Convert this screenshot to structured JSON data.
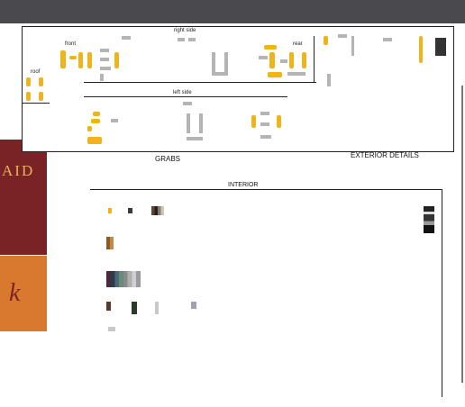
{
  "captions": {
    "grabs": "GRABS",
    "exterior_details": "EXTERIOR DETAILS",
    "interior": "INTERIOR"
  },
  "labels": {
    "right_side": "right side",
    "front": "front",
    "rear": "rear",
    "roof": "roof",
    "left_side": "left side",
    "tr1": "",
    "tr2": "",
    "tr3": "",
    "ext_small": "",
    "int1": "",
    "int2": "",
    "int3": "",
    "int4": "",
    "int5": "",
    "int6": "",
    "int7": "",
    "int8": "",
    "int9": "",
    "int10": ""
  },
  "colors": {
    "grab": "#f2b21a",
    "gray": "#b4b4b4",
    "side_red": "#7a2326",
    "side_orange": "#d9782f"
  }
}
